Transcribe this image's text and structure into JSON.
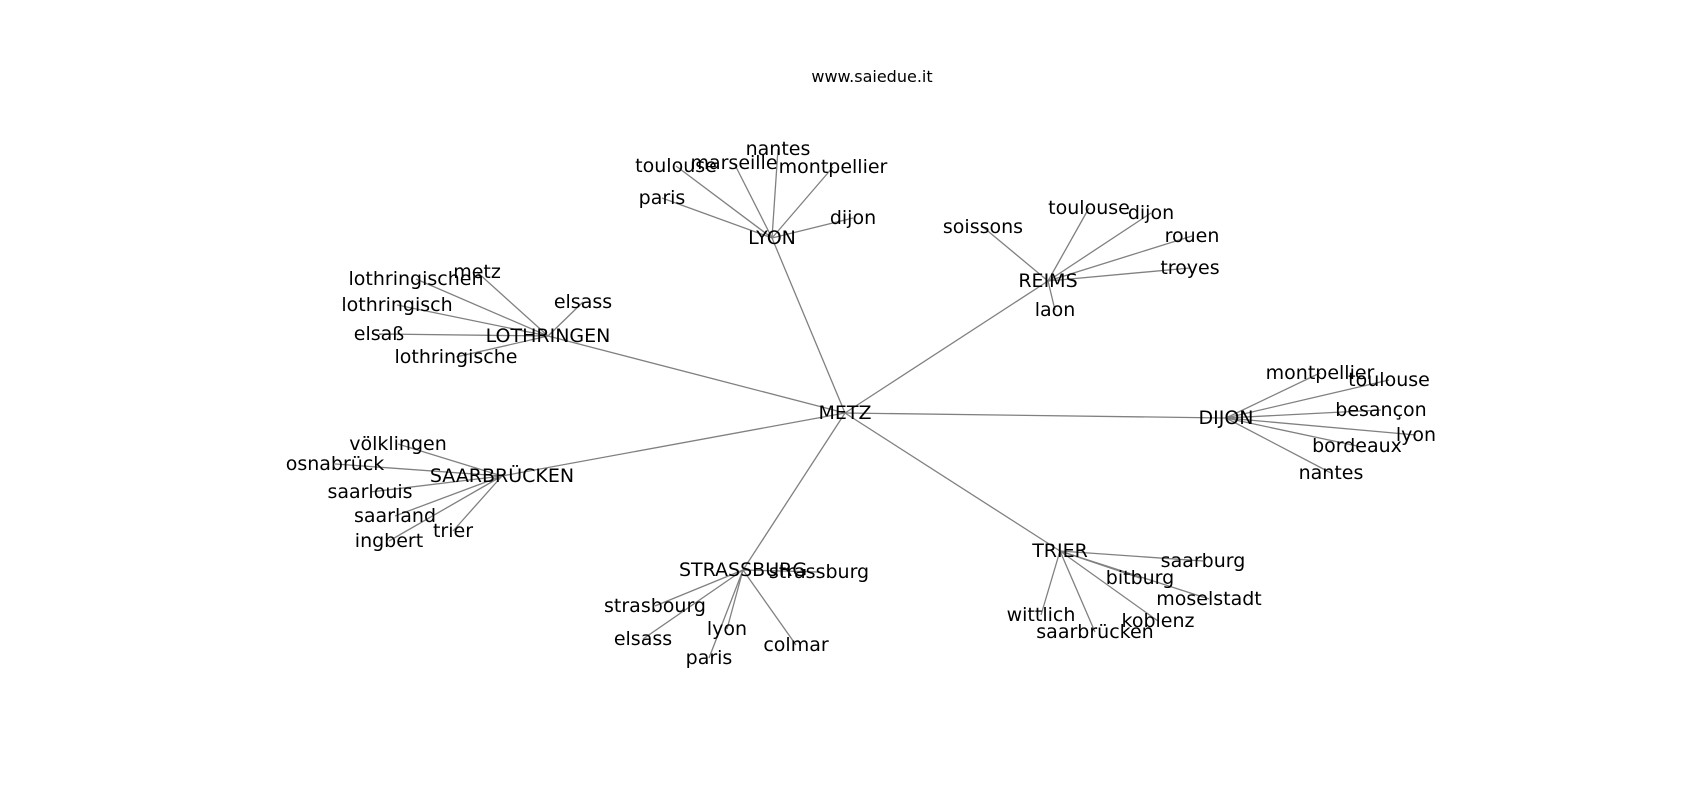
{
  "header": {
    "watermark": "www.saiedue.it"
  },
  "graph": {
    "root": "METZ",
    "hubs": [
      {
        "id": "LYON",
        "label": "LYON",
        "neighbors": [
          "toulouse",
          "marseille",
          "nantes",
          "montpellier",
          "paris",
          "dijon"
        ]
      },
      {
        "id": "REIMS",
        "label": "REIMS",
        "neighbors": [
          "soissons",
          "toulouse",
          "dijon",
          "rouen",
          "troyes",
          "laon"
        ]
      },
      {
        "id": "LOTHRINGEN",
        "label": "LOTHRINGEN",
        "neighbors": [
          "lothringischen",
          "metz",
          "elsass",
          "lothringisch",
          "elsaß",
          "lothringische"
        ]
      },
      {
        "id": "DIJON",
        "label": "DIJON",
        "neighbors": [
          "montpellier",
          "toulouse",
          "besançon",
          "lyon",
          "bordeaux",
          "nantes"
        ]
      },
      {
        "id": "SAARBRUCKEN",
        "label": "SAARBRÜCKEN",
        "neighbors": [
          "völklingen",
          "osnabrück",
          "saarlouis",
          "saarland",
          "ingbert",
          "trier"
        ]
      },
      {
        "id": "TRIER",
        "label": "TRIER",
        "neighbors": [
          "saarburg",
          "bitburg",
          "moselstadt",
          "wittlich",
          "koblenz",
          "saarbrücken"
        ]
      },
      {
        "id": "STRASSBURG",
        "label": "STRASSBURG",
        "neighbors": [
          "strassburg",
          "strasbourg",
          "elsass",
          "lyon",
          "paris",
          "colmar"
        ]
      }
    ]
  }
}
